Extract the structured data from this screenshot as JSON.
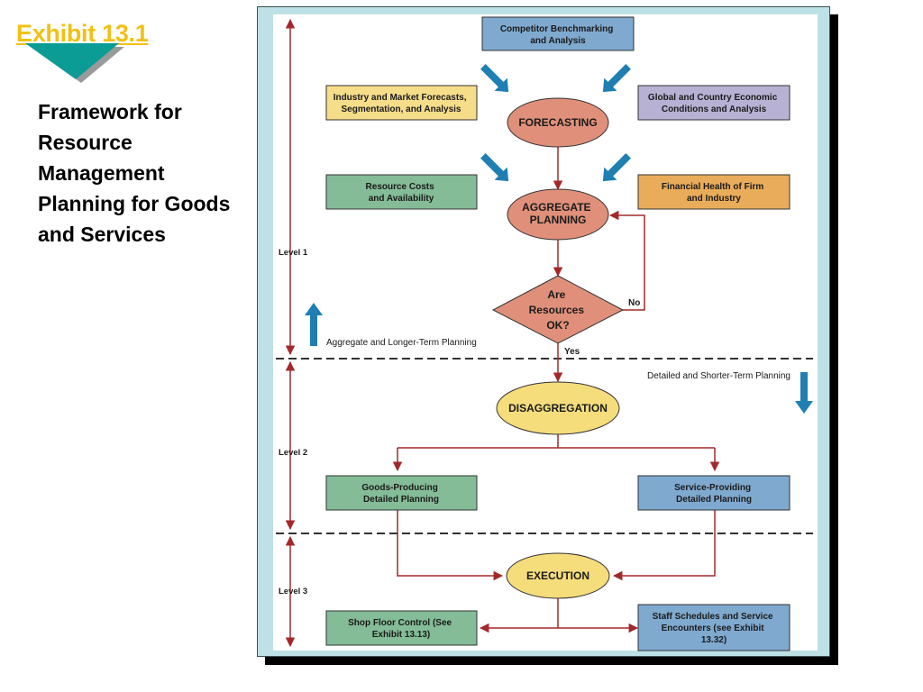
{
  "exhibit": {
    "title": "Exhibit 13.1"
  },
  "heading": {
    "lines": [
      "Framework for",
      "Resource",
      "Management",
      "Planning for Goods",
      "and Services"
    ]
  },
  "colors": {
    "blue_box": "#7fa9cf",
    "yellow_box": "#f5dd8a",
    "purple_box": "#b7b2d3",
    "green_box": "#83bc96",
    "orange_box": "#e9ac5a",
    "salmon_node": "#e0907a",
    "yellow_node": "#f5dd7c",
    "flow_line": "#a3282a",
    "input_arrow": "#1f7fb2"
  },
  "diagram": {
    "boxes": {
      "competitor": [
        "Competitor Benchmarking",
        "and Analysis"
      ],
      "industry": [
        "Industry and Market Forecasts,",
        "Segmentation, and Analysis"
      ],
      "global": [
        "Global and Country Economic",
        "Conditions and Analysis"
      ],
      "resource_costs": [
        "Resource Costs",
        "and Availability"
      ],
      "financial": [
        "Financial Health of Firm",
        "and Industry"
      ],
      "goods": [
        "Goods-Producing",
        "Detailed Planning"
      ],
      "service": [
        "Service-Providing",
        "Detailed Planning"
      ],
      "shop_floor": [
        "Shop Floor Control (See",
        "Exhibit 13.13)"
      ],
      "staff": [
        "Staff Schedules and  Service",
        "Encounters (see Exhibit",
        "13.32)"
      ]
    },
    "nodes": {
      "forecasting": [
        "FORECASTING"
      ],
      "aggregate": [
        "AGGREGATE",
        "PLANNING"
      ],
      "decision": [
        "Are",
        "Resources",
        "OK?"
      ],
      "disaggregation": [
        "DISAGGREGATION"
      ],
      "execution": [
        "EXECUTION"
      ]
    },
    "labels": {
      "no": "No",
      "yes": "Yes",
      "aggregate_term": "Aggregate and Longer-Term Planning",
      "detailed_term": "Detailed and Shorter-Term Planning"
    },
    "levels": [
      "Level 1",
      "Level 2",
      "Level 3"
    ]
  }
}
